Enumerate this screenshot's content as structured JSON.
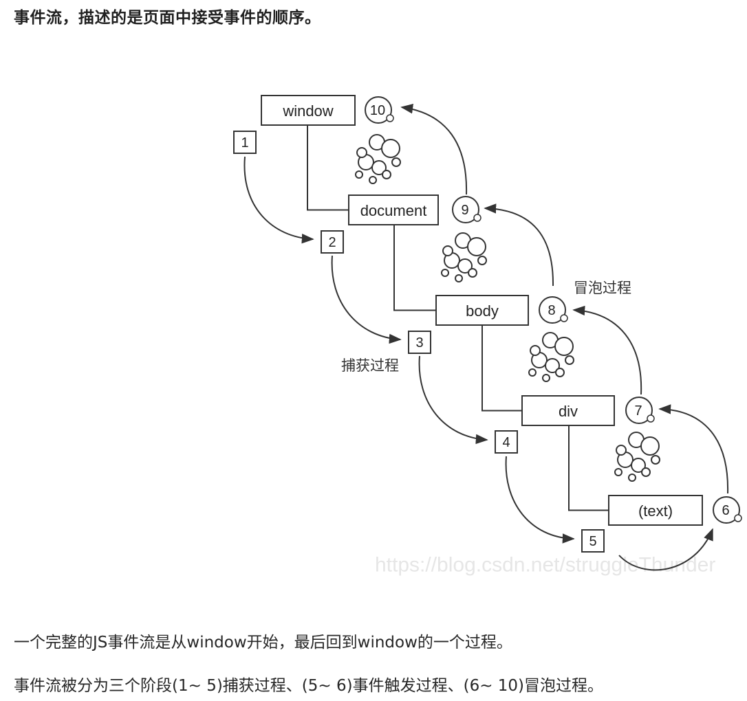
{
  "heading": "事件流，描述的是页面中接受事件的顺序。",
  "diagram": {
    "nodes": [
      "window",
      "document",
      "body",
      "div",
      "(text)"
    ],
    "capture_steps": [
      "1",
      "2",
      "3",
      "4",
      "5"
    ],
    "bubble_steps": [
      "6",
      "7",
      "8",
      "9",
      "10"
    ],
    "capture_label": "捕获过程",
    "bubble_label": "冒泡过程",
    "watermark": "https://blog.csdn.net/struggleThunder"
  },
  "paragraphs": [
    "一个完整的JS事件流是从window开始，最后回到window的一个过程。",
    "事件流被分为三个阶段(1~ 5)捕获过程、(5~ 6)事件触发过程、(6~ 10)冒泡过程。"
  ]
}
